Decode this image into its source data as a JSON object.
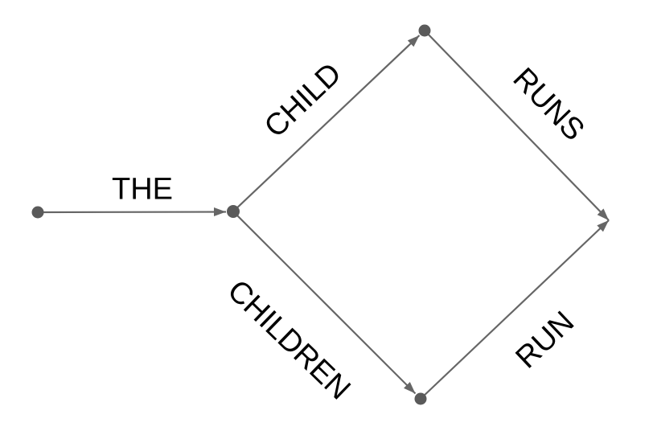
{
  "diagram": {
    "type": "word-lattice-graph",
    "colors": {
      "background": "#ffffff",
      "edge": "#666666",
      "node": "#5a5a5a",
      "label": "#000000"
    },
    "nodes": [
      {
        "id": "start"
      },
      {
        "id": "branch"
      },
      {
        "id": "top"
      },
      {
        "id": "bottom"
      },
      {
        "id": "end-point"
      }
    ],
    "edges": [
      {
        "from": "start",
        "to": "branch",
        "label": "THE"
      },
      {
        "from": "branch",
        "to": "top",
        "label": "CHILD"
      },
      {
        "from": "branch",
        "to": "bottom",
        "label": "CHILDREN"
      },
      {
        "from": "top",
        "to": "end-point",
        "label": "RUNS"
      },
      {
        "from": "bottom",
        "to": "end-point",
        "label": "RUN"
      }
    ]
  }
}
